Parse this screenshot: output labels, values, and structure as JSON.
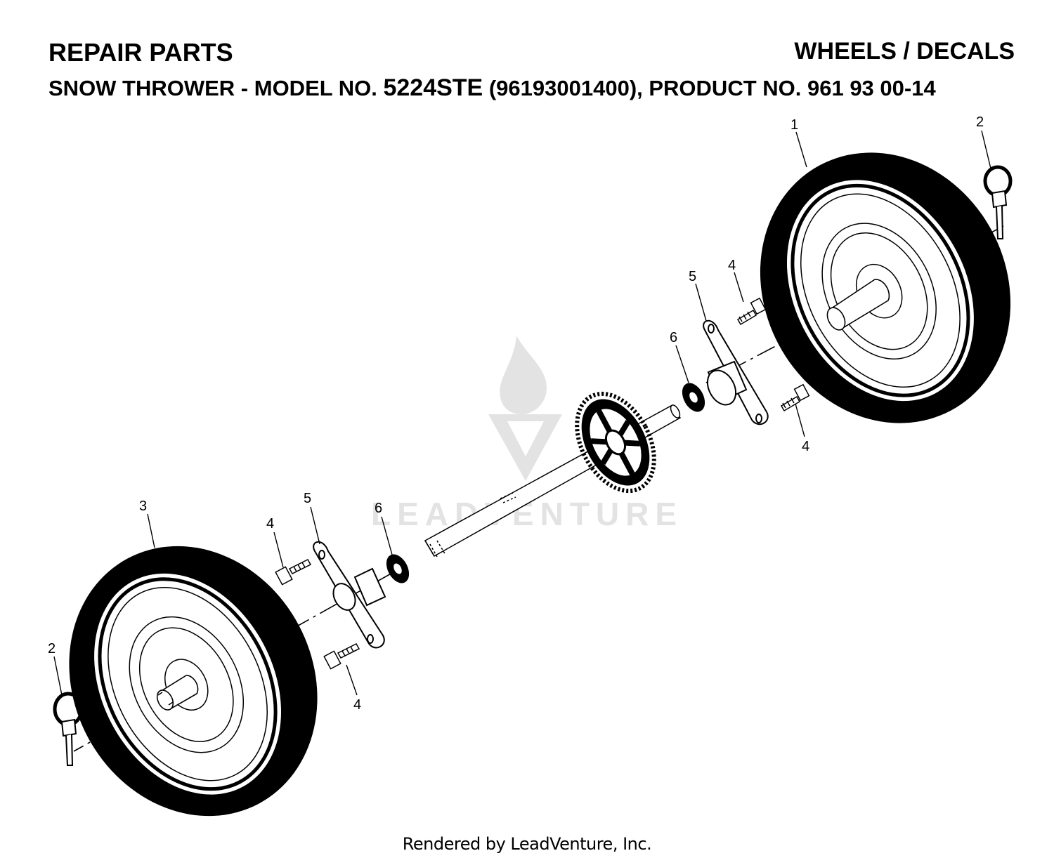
{
  "header": {
    "left_title": "REPAIR PARTS",
    "right_title": "WHEELS / DECALS",
    "subtitle_prefix": "SNOW THROWER - MODEL NO. ",
    "model": "5224STE",
    "subtitle_suffix": " (96193001400), PRODUCT NO. 961 93 00-14"
  },
  "callouts": {
    "c1": "1",
    "c2_top": "2",
    "c2_bottom": "2",
    "c3": "3",
    "c4_right_upper": "4",
    "c4_right_lower": "4",
    "c4_left_upper": "4",
    "c4_left_lower": "4",
    "c5_right": "5",
    "c5_left": "5",
    "c6_right": "6",
    "c6_left": "6"
  },
  "watermark": {
    "text": "LEADVENTURE"
  },
  "footer": {
    "text": "Rendered by LeadVenture, Inc."
  },
  "colors": {
    "ink": "#000000",
    "paper": "#ffffff",
    "watermark": "#e0e0e0"
  }
}
